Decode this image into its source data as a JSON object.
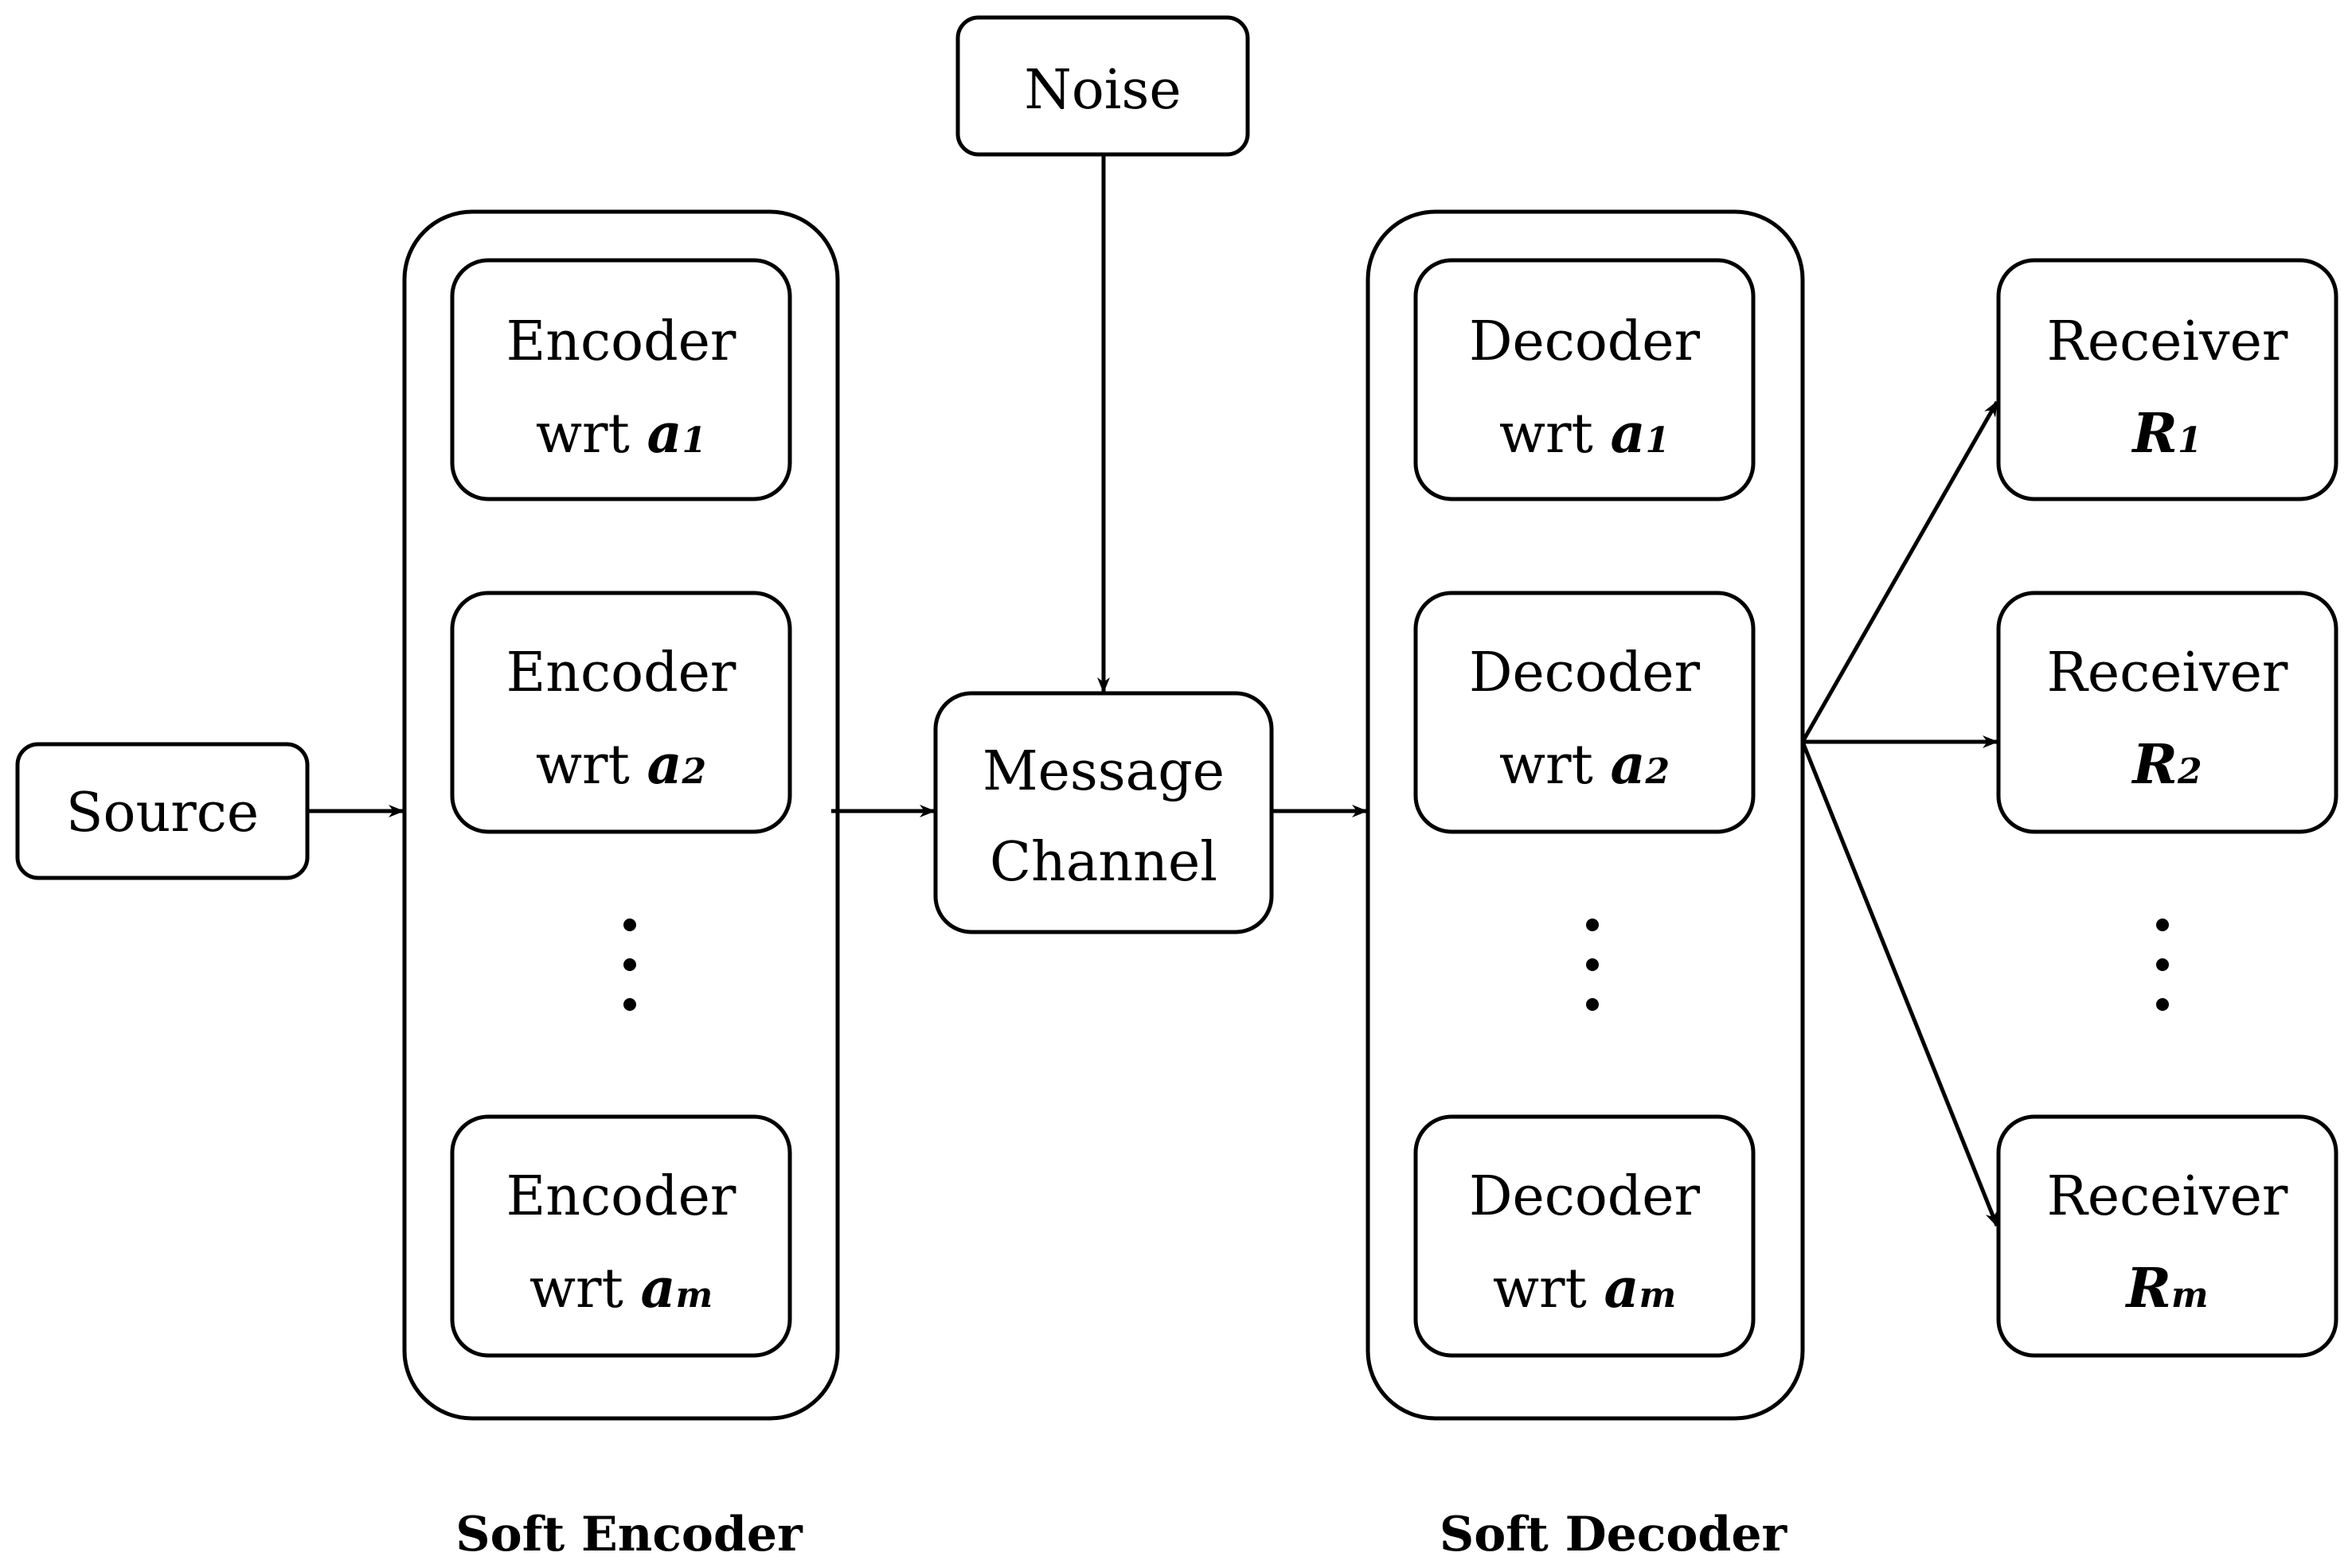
{
  "source": {
    "label": "Source"
  },
  "noise": {
    "label": "Noise"
  },
  "channel": {
    "line1": "Message",
    "line2": "Channel"
  },
  "soft_encoder": {
    "label": "Soft Encoder",
    "items": [
      {
        "title": "Encoder",
        "prefix": "wrt",
        "var": "a",
        "sub": "1"
      },
      {
        "title": "Encoder",
        "prefix": "wrt",
        "var": "a",
        "sub": "2"
      },
      {
        "title": "Encoder",
        "prefix": "wrt",
        "var": "a",
        "sub": "m"
      }
    ]
  },
  "soft_decoder": {
    "label": "Soft Decoder",
    "items": [
      {
        "title": "Decoder",
        "prefix": "wrt",
        "var": "a",
        "sub": "1"
      },
      {
        "title": "Decoder",
        "prefix": "wrt",
        "var": "a",
        "sub": "2"
      },
      {
        "title": "Decoder",
        "prefix": "wrt",
        "var": "a",
        "sub": "m"
      }
    ]
  },
  "receivers": [
    {
      "title": "Receiver",
      "var": "R",
      "sub": "1"
    },
    {
      "title": "Receiver",
      "var": "R",
      "sub": "2"
    },
    {
      "title": "Receiver",
      "var": "R",
      "sub": "m"
    }
  ]
}
